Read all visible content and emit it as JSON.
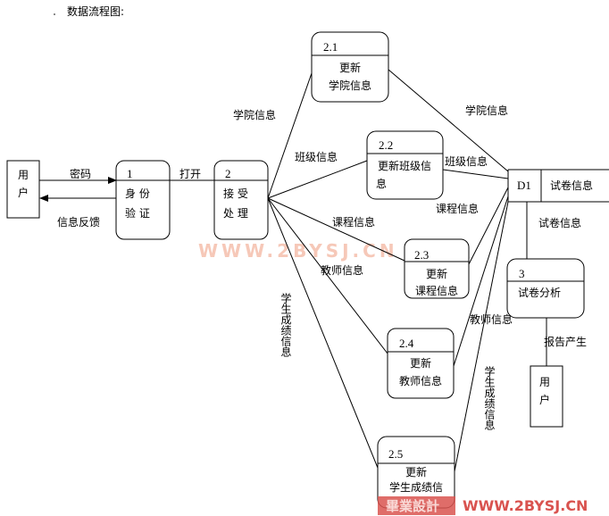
{
  "title": "数据流程图:",
  "entities": {
    "user1": [
      "用",
      "户"
    ],
    "user2": [
      "用",
      "户"
    ]
  },
  "processes": {
    "p1": {
      "num": "1",
      "l1": "身 份",
      "l2": "验 证"
    },
    "p2": {
      "num": "2",
      "l1": "接 受",
      "l2": "处 理"
    },
    "p21": {
      "num": "2.1",
      "l1": "更新",
      "l2": "学院信息"
    },
    "p22": {
      "num": "2.2",
      "l1": "更新班级信",
      "l2": "息"
    },
    "p23": {
      "num": "2.3",
      "l1": "更新",
      "l2": "课程信息"
    },
    "p24": {
      "num": "2.4",
      "l1": "更新",
      "l2": "教师信息"
    },
    "p25": {
      "num": "2.5",
      "l1": "更新",
      "l2": "学生成绩信"
    },
    "p3": {
      "num": "3",
      "l1": "试卷分析"
    }
  },
  "datastore": {
    "id": "D1",
    "name": "试卷信息"
  },
  "flows": {
    "password": "密码",
    "feedback": "信息反馈",
    "open": "打开",
    "college1": "学院信息",
    "class1": "班级信息",
    "course1": "课程信息",
    "teacher1": "教师信息",
    "score1": "学生成绩信息",
    "college2": "学院信息",
    "class2": "班级信息",
    "course2": "课程信息",
    "teacher2": "教师信息",
    "score2": "学生成绩信息",
    "paper": "试卷信息",
    "report": "报告产生"
  },
  "watermark": {
    "text": "WWW.2BYSJ.CN",
    "badge": "畢業設計"
  }
}
